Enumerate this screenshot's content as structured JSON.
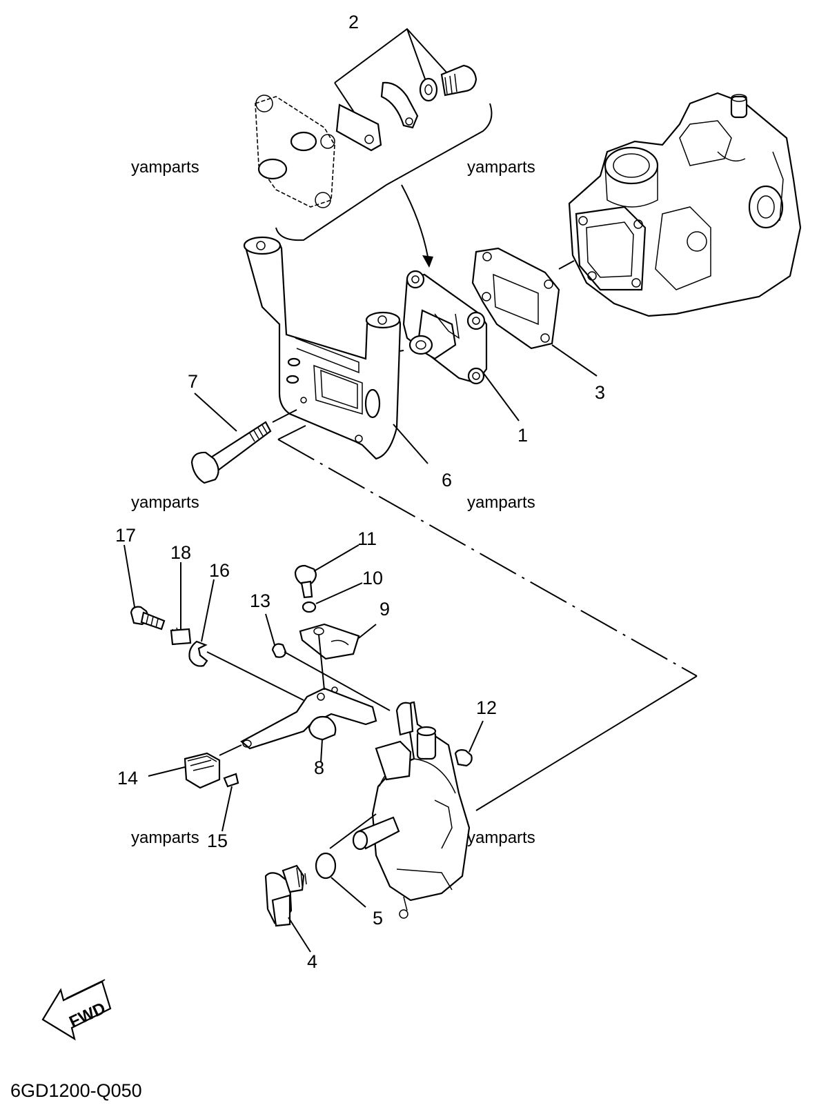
{
  "callouts": [
    {
      "id": "1",
      "label": "1"
    },
    {
      "id": "2",
      "label": "2"
    },
    {
      "id": "3",
      "label": "3"
    },
    {
      "id": "4",
      "label": "4"
    },
    {
      "id": "5",
      "label": "5"
    },
    {
      "id": "6",
      "label": "6"
    },
    {
      "id": "7",
      "label": "7"
    },
    {
      "id": "8",
      "label": "8"
    },
    {
      "id": "9",
      "label": "9"
    },
    {
      "id": "10",
      "label": "10"
    },
    {
      "id": "11",
      "label": "11"
    },
    {
      "id": "12",
      "label": "12"
    },
    {
      "id": "13",
      "label": "13"
    },
    {
      "id": "14",
      "label": "14"
    },
    {
      "id": "15",
      "label": "15"
    },
    {
      "id": "16",
      "label": "16"
    },
    {
      "id": "17",
      "label": "17"
    },
    {
      "id": "18",
      "label": "18"
    }
  ],
  "watermark": "yamparts",
  "fwd_label": "FWD",
  "diagram_code": "6GD1200-Q050"
}
